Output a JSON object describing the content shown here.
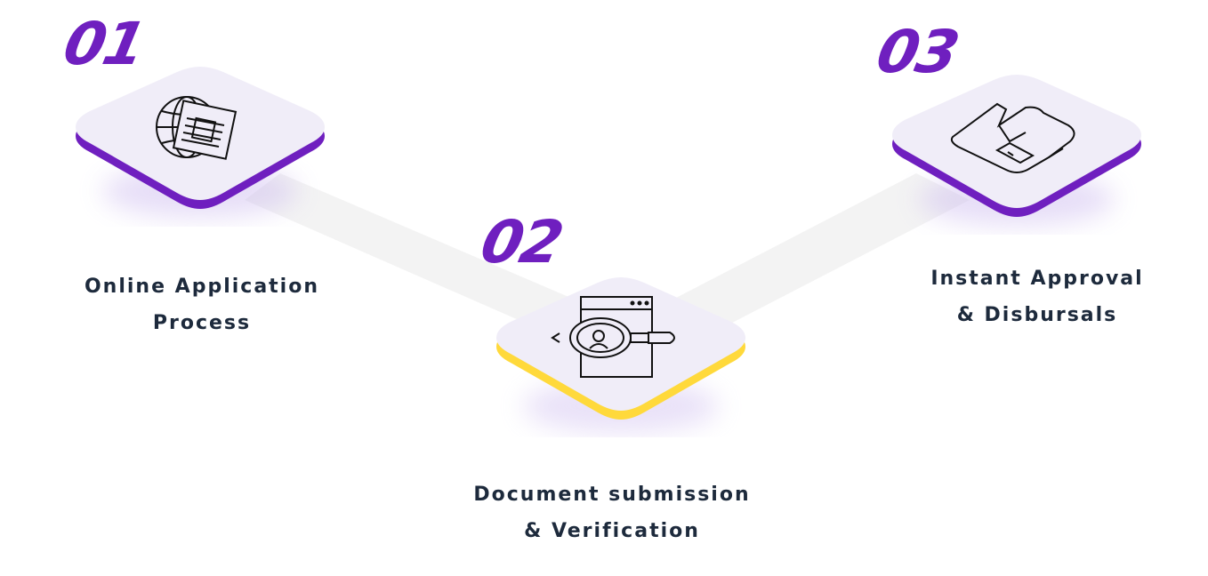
{
  "steps": [
    {
      "number": "01",
      "line1": "Online Application",
      "line2": "Process",
      "icon": "globe-document-icon",
      "accent": "#6f1fbf"
    },
    {
      "number": "02",
      "line1": "Document submission",
      "line2": "& Verification",
      "icon": "magnifier-browser-icon",
      "accent": "#ffd93b"
    },
    {
      "number": "03",
      "line1": "Instant Approval",
      "line2": "& Disbursals",
      "icon": "thumbs-up-icon",
      "accent": "#6f1fbf"
    }
  ],
  "colors": {
    "tile": "#f0edf8",
    "connector": "#f4f4f4",
    "text": "#1d2a3c",
    "number": "#6f1fbf"
  }
}
